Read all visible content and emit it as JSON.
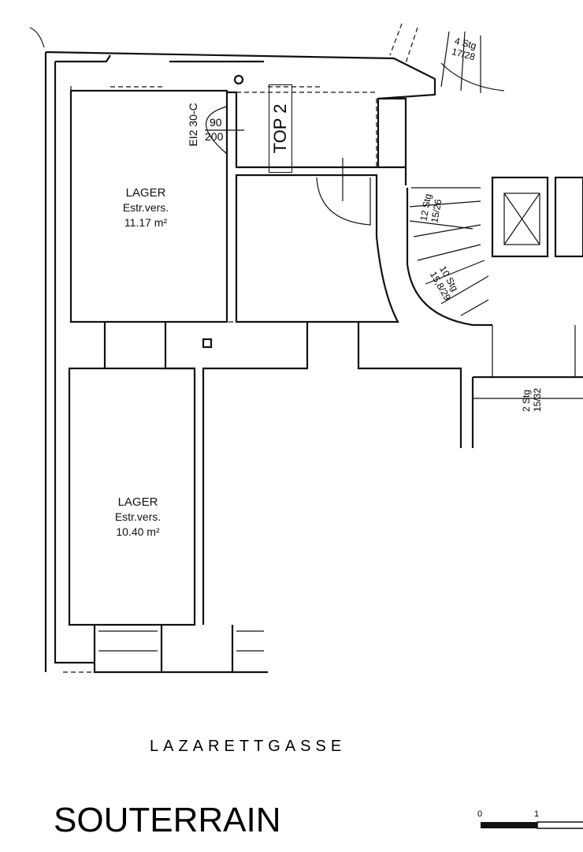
{
  "rooms": [
    {
      "name": "LAGER",
      "type": "Estr.vers.",
      "area": "11.17 m²"
    },
    {
      "name": "LAGER",
      "type": "Estr.vers.",
      "area": "10.40 m²"
    }
  ],
  "unit_label": "TOP 2",
  "door": {
    "rating": "EI2 30-C",
    "width": "90",
    "height": "200"
  },
  "stairs": [
    {
      "steps": "4 Stg",
      "ratio": "17/28"
    },
    {
      "steps": "12 Stg",
      "ratio": "15/26"
    },
    {
      "steps": "10 Stg",
      "ratio": "15,8/29"
    },
    {
      "steps": "2 Stg",
      "ratio": "15/32"
    }
  ],
  "street": "LAZARETTGASSE",
  "floor_title": "SOUTERRAIN",
  "scale": {
    "labels": [
      "0",
      "1"
    ]
  }
}
